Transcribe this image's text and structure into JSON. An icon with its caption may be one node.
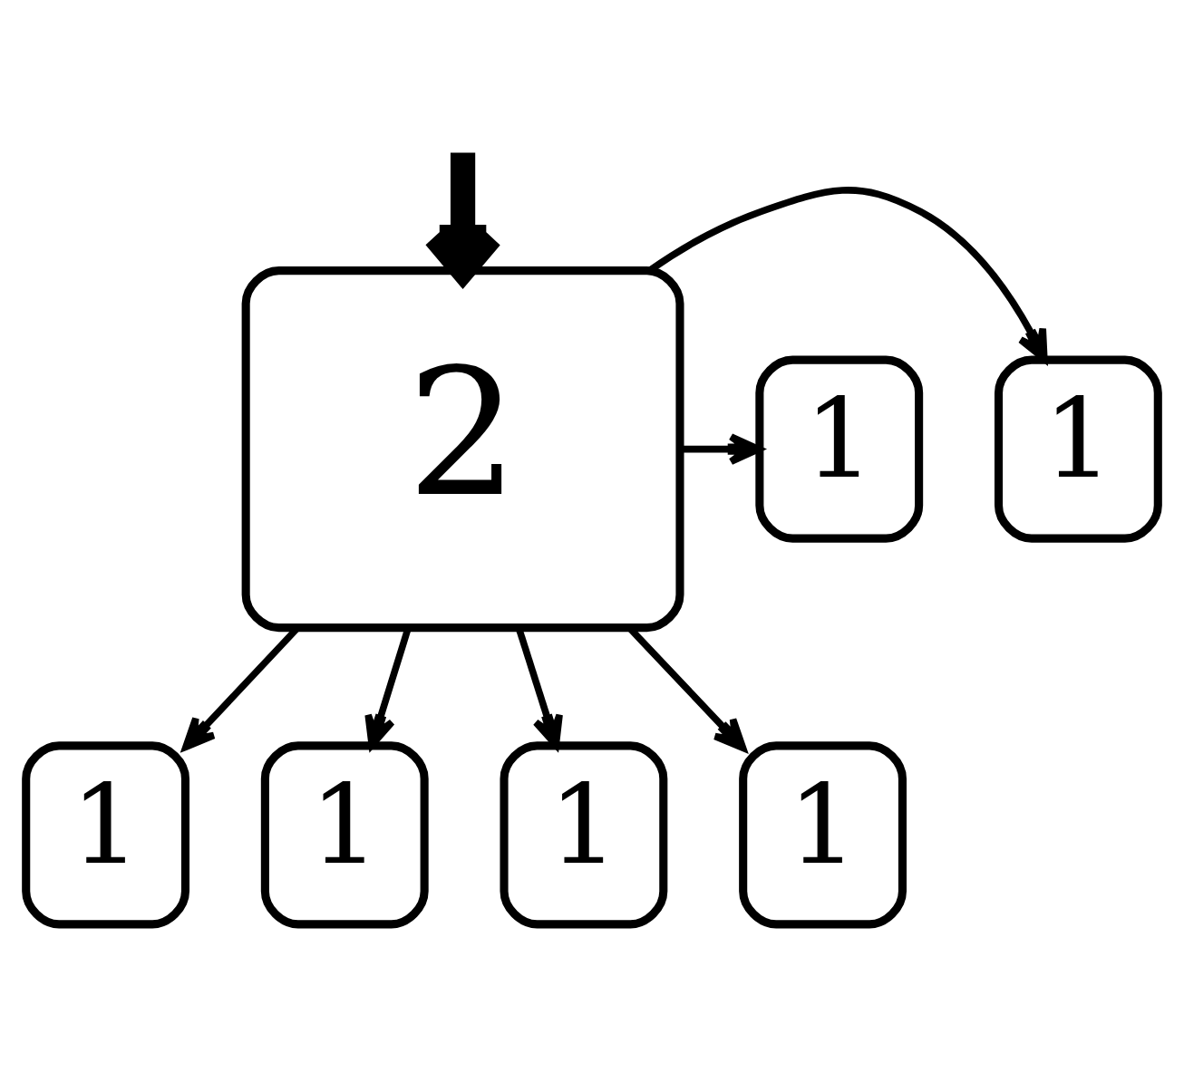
{
  "diagram": {
    "nodes": [
      {
        "text": [
          "2"
        ]
      },
      {
        "text": [
          "1"
        ]
      },
      {
        "text": [
          "1"
        ]
      },
      {
        "text": [
          "1"
        ]
      },
      {
        "text": [
          "1"
        ]
      },
      {
        "text": [
          "1"
        ]
      },
      {
        "text": [
          "1"
        ]
      }
    ],
    "edges": [
      {
        "from": null,
        "to": 0,
        "arrow": "to",
        "style": "thick"
      },
      {
        "from": 0,
        "to": 1,
        "arrow": "to"
      },
      {
        "from": 0,
        "to": 2,
        "arrow": "to"
      },
      {
        "from": 0,
        "to": 3,
        "arrow": "to"
      },
      {
        "from": 0,
        "to": 4,
        "arrow": "to"
      },
      {
        "from": 0,
        "to": 5,
        "arrow": "to"
      },
      {
        "from": 0,
        "to": 6,
        "arrow": "to"
      }
    ]
  }
}
